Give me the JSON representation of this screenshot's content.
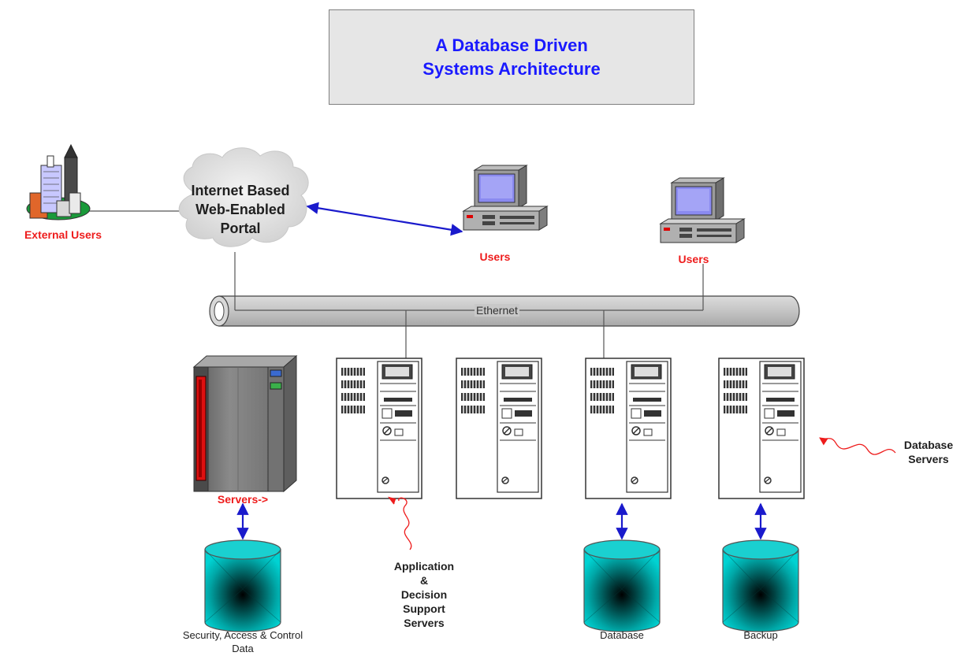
{
  "title": {
    "line1": "A Database Driven",
    "line2": "Systems Architecture"
  },
  "portal": {
    "line1": "Internet Based",
    "line2": "Web-Enabled",
    "line3": "Portal"
  },
  "labels": {
    "external_users": "External Users",
    "users_1": "Users",
    "users_2": "Users",
    "ethernet": "Ethernet",
    "servers_arrow": "Servers->",
    "database_servers_line1": "Database",
    "database_servers_line2": "Servers",
    "app_line1": "Application",
    "app_line2": "&",
    "app_line3": "Decision",
    "app_line4": "Support",
    "app_line5": "Servers",
    "security_line1": "Security, Access & Control",
    "security_line2": "Data",
    "database": "Database",
    "backup": "Backup"
  },
  "colors": {
    "title_text": "#1a1aff",
    "label_red": "#ee1c1c",
    "arrow_blue": "#1a1acc",
    "cylinder_teal": "#00b8b8",
    "ethernet_pipe": "#c8c8c8",
    "cloud": "#e4e4e4"
  },
  "icons": [
    "city-buildings-icon",
    "cloud-icon",
    "desktop-computer-icon",
    "mainframe-server-icon",
    "tower-server-icon",
    "database-cylinder-icon",
    "squiggle-arrow-icon"
  ]
}
